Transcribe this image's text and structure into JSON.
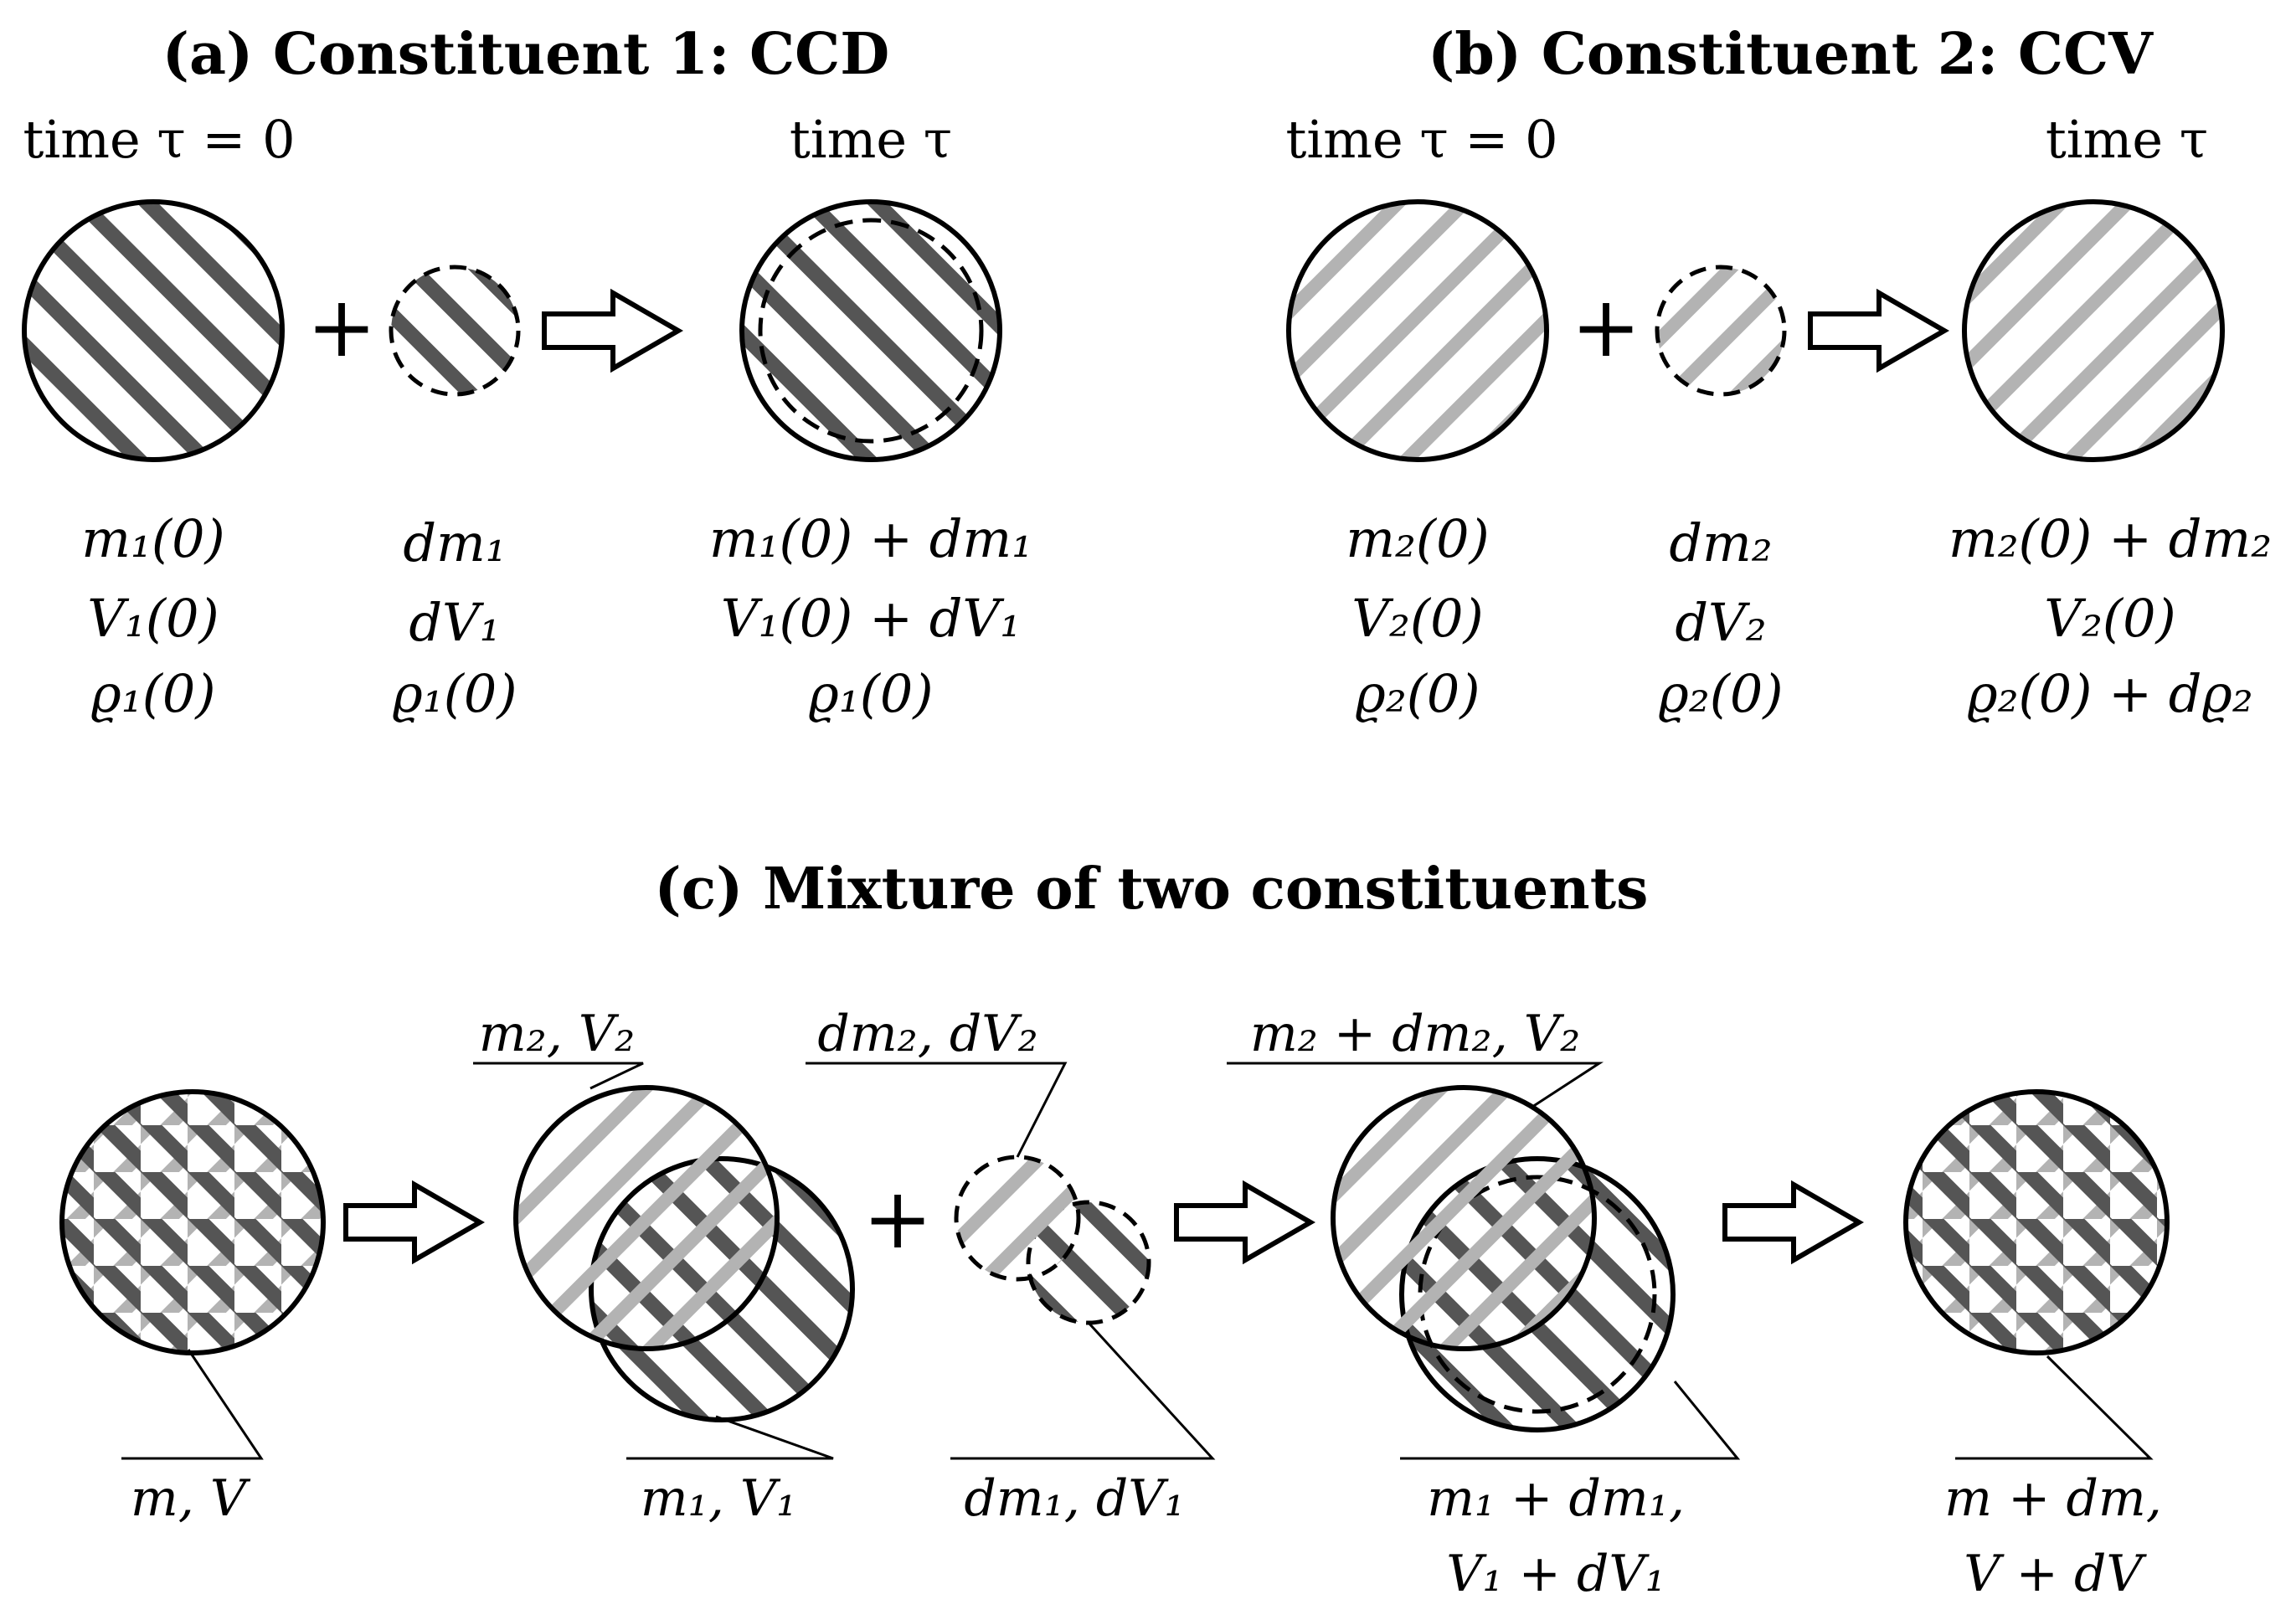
{
  "panel_a": {
    "title": "(a) Constituent 1: CCD",
    "time_start": "time τ = 0",
    "time_end": "time τ",
    "col1": [
      "m₁(0)",
      "V₁(0)",
      "ϱ₁(0)"
    ],
    "col2": [
      "dm₁",
      "dV₁",
      "ϱ₁(0)"
    ],
    "col3": [
      "m₁(0) + dm₁",
      "V₁(0) + dV₁",
      "ϱ₁(0)"
    ],
    "plus": "+"
  },
  "panel_b": {
    "title": "(b) Constituent 2: CCV",
    "time_start": "time τ = 0",
    "time_end": "time τ",
    "col1": [
      "m₂(0)",
      "V₂(0)",
      "ϱ₂(0)"
    ],
    "col2": [
      "dm₂",
      "dV₂",
      "ϱ₂(0)"
    ],
    "col3": [
      "m₂(0) + dm₂",
      "V₂(0)",
      "ϱ₂(0) + dϱ₂"
    ],
    "plus": "+"
  },
  "panel_c": {
    "title": "(c) Mixture of two constituents",
    "label_mV": "m, V",
    "label_m2V2": "m₂, V₂",
    "label_m1V1": "m₁, V₁",
    "label_dm2dV2": "dm₂, dV₂",
    "label_dm1dV1": "dm₁, dV₁",
    "label_m2dm2V2": "m₂ + dm₂, V₂",
    "label_m1dm1_l1": "m₁ + dm₁,",
    "label_m1dm1_l2": "V₁ + dV₁",
    "label_mdm_l1": "m + dm,",
    "label_mdm_l2": "V + dV",
    "plus": "+"
  },
  "colors": {
    "dark_hatch": "#555555",
    "light_hatch": "#b3b3b3",
    "outline": "#000000"
  }
}
